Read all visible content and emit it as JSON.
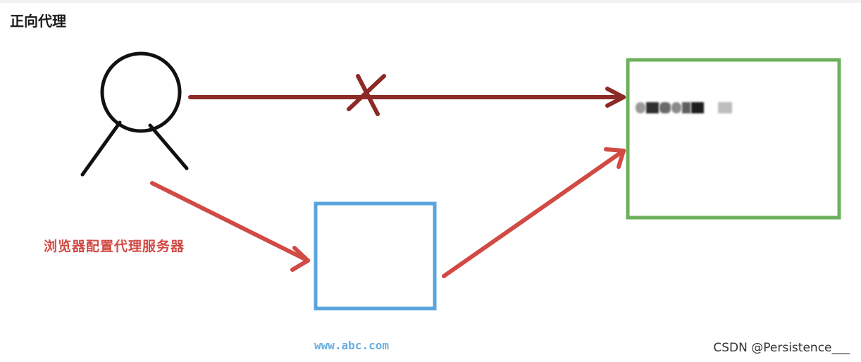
{
  "title": "正向代理",
  "diagram": {
    "proxy_label": "浏览器配置代理服务器",
    "proxy_url": "www.abc.com",
    "colors": {
      "person": "#111111",
      "direct_arrow": "#8b2a27",
      "proxy_arrow": "#d14a43",
      "proxy_box": "#5aa4dc",
      "target_box": "#6db05b"
    },
    "icons": [
      "person-icon",
      "blocked-x-icon",
      "arrow-head-icon"
    ]
  },
  "watermark": "CSDN @Persistence___"
}
